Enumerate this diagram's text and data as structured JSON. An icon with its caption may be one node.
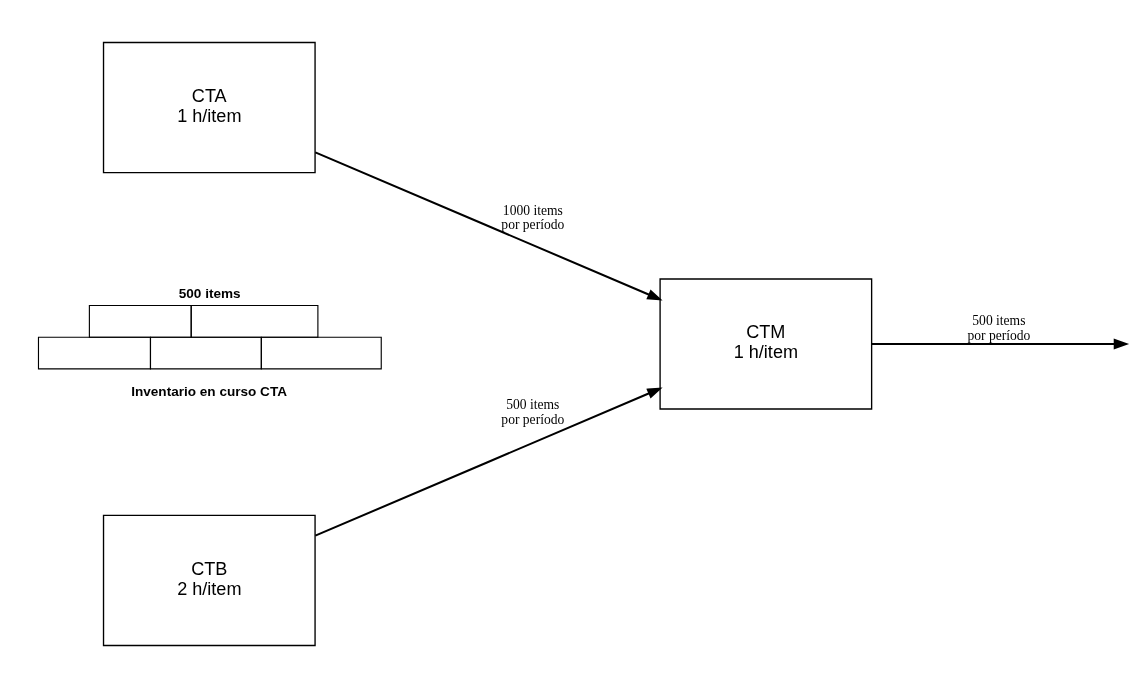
{
  "diagram": {
    "nodes": [
      {
        "text": [
          "CTA",
          "1 h/item"
        ]
      },
      {
        "text": [
          "CTB",
          "2 h/item"
        ]
      },
      {
        "text": [
          "CTM",
          "1 h/item"
        ]
      }
    ],
    "edges": [
      {
        "from": 0,
        "to": 2,
        "arrow": "to",
        "label": "1000 items por período"
      },
      {
        "from": 1,
        "to": 2,
        "arrow": "to",
        "label": "500 items por período"
      },
      {
        "from": 2,
        "to": null,
        "arrow": "to",
        "label": "500 items por período"
      }
    ],
    "labels": [
      "500 items",
      "Inventario en curso CTA"
    ]
  }
}
